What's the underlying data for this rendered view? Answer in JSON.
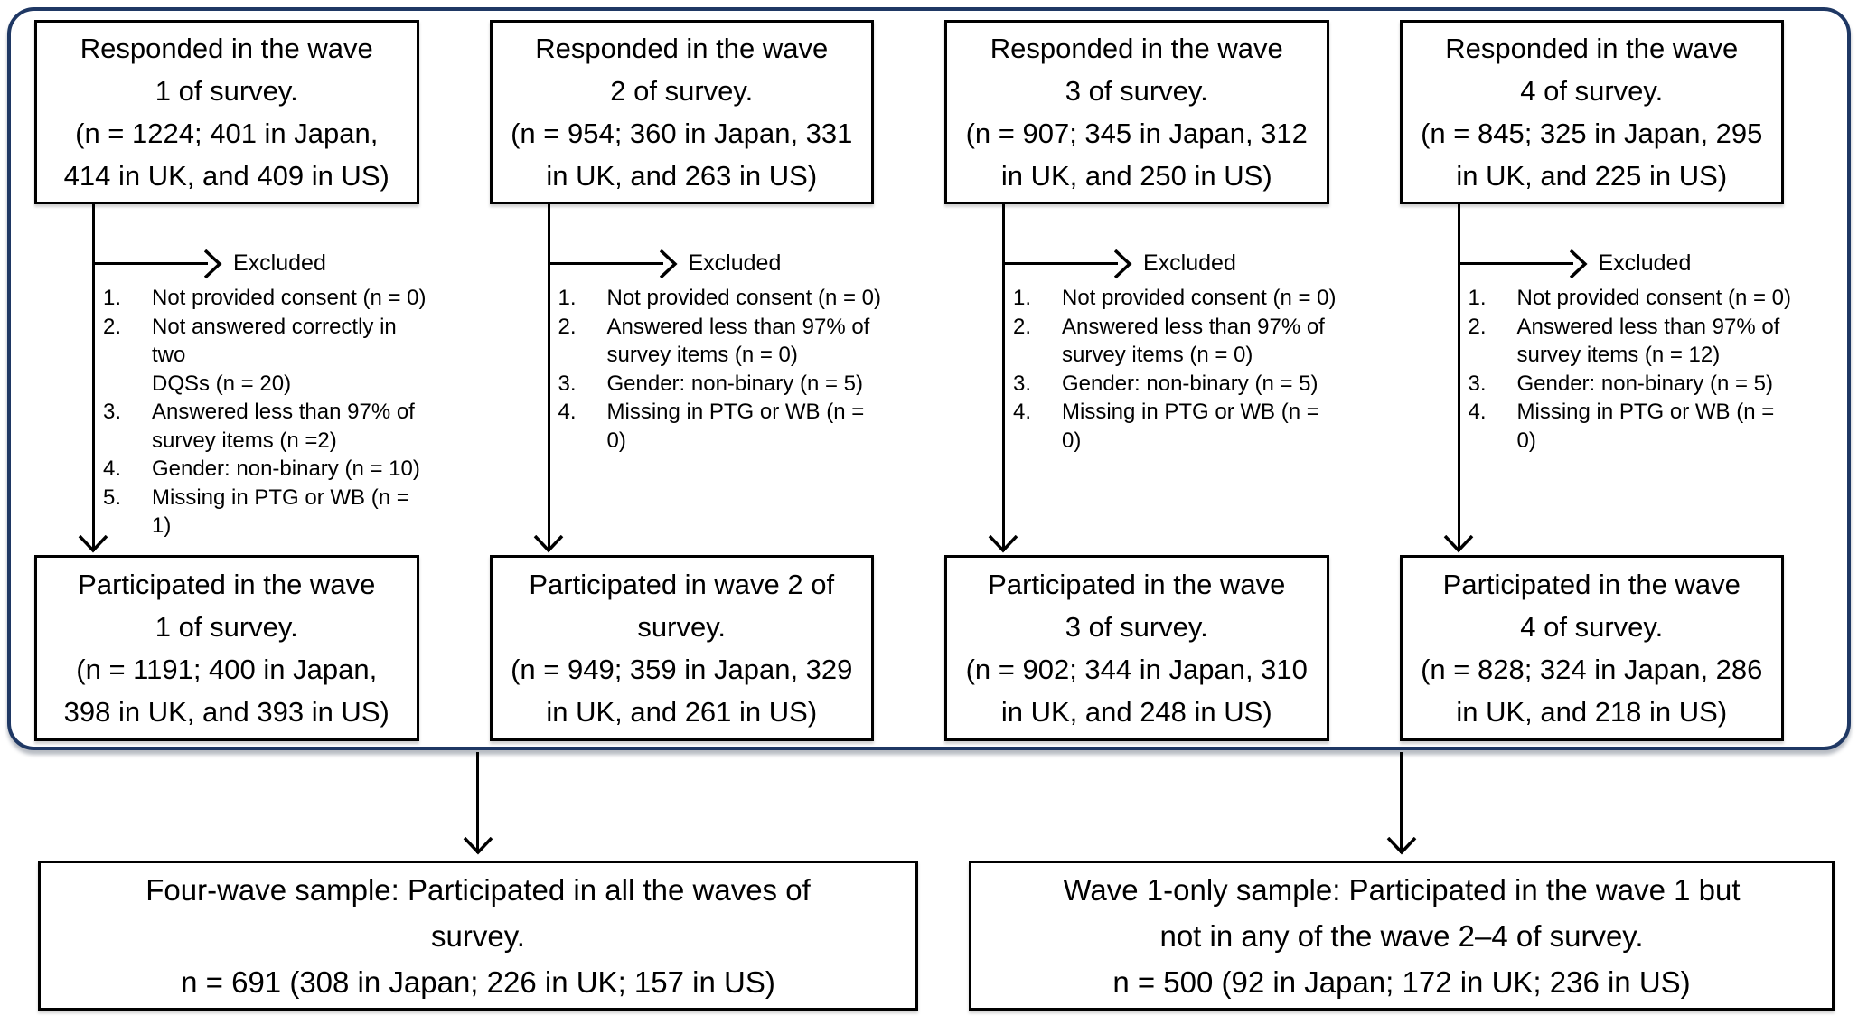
{
  "palette": {
    "panel_border": "#1f3864",
    "box_border": "#000000",
    "background": "#ffffff",
    "text": "#000000"
  },
  "columns": [
    {
      "responded": [
        "Responded in the wave",
        "1 of survey.",
        "(n = 1224; 401 in Japan,",
        "414 in UK, and 409 in US)"
      ],
      "excluded_label": "Excluded",
      "excluded_items": [
        {
          "n": "1.",
          "t": "Not provided consent (n = 0)"
        },
        {
          "n": "2.",
          "t": [
            "Not answered correctly in two",
            "DQSs (n = 20)"
          ]
        },
        {
          "n": "3.",
          "t": [
            "Answered less than 97% of",
            "survey items (n =2)"
          ]
        },
        {
          "n": "4.",
          "t": "Gender: non-binary (n = 10)"
        },
        {
          "n": "5.",
          "t": "Missing in PTG or WB (n = 1)"
        }
      ],
      "participated": [
        "Participated in the wave",
        "1 of survey.",
        "(n = 1191; 400 in Japan,",
        "398 in UK, and 393 in US)"
      ]
    },
    {
      "responded": [
        "Responded in the wave",
        "2 of survey.",
        "(n = 954; 360 in Japan, 331",
        "in UK, and 263 in US)"
      ],
      "excluded_label": "Excluded",
      "excluded_items": [
        {
          "n": "1.",
          "t": "Not provided consent (n = 0)"
        },
        {
          "n": "2.",
          "t": [
            "Answered less than 97% of",
            "survey items (n = 0)"
          ]
        },
        {
          "n": "3.",
          "t": "Gender: non-binary (n = 5)"
        },
        {
          "n": "4.",
          "t": "Missing in PTG or WB (n = 0)"
        }
      ],
      "participated": [
        "Participated in wave 2 of",
        "survey.",
        "(n = 949; 359 in Japan, 329",
        "in UK, and 261 in US)"
      ]
    },
    {
      "responded": [
        "Responded in the wave",
        "3 of survey.",
        "(n = 907; 345 in Japan, 312",
        "in UK, and 250 in US)"
      ],
      "excluded_label": "Excluded",
      "excluded_items": [
        {
          "n": "1.",
          "t": "Not provided consent (n = 0)"
        },
        {
          "n": "2.",
          "t": [
            "Answered less than 97% of",
            "survey items (n = 0)"
          ]
        },
        {
          "n": "3.",
          "t": "Gender: non-binary (n = 5)"
        },
        {
          "n": "4.",
          "t": "Missing in PTG or WB (n = 0)"
        }
      ],
      "participated": [
        "Participated in the wave",
        "3 of survey.",
        "(n = 902; 344 in Japan, 310",
        "in UK, and 248 in US)"
      ]
    },
    {
      "responded": [
        "Responded in the wave",
        "4 of survey.",
        "(n = 845; 325 in Japan, 295",
        "in UK, and 225 in US)"
      ],
      "excluded_label": "Excluded",
      "excluded_items": [
        {
          "n": "1.",
          "t": "Not provided consent (n = 0)"
        },
        {
          "n": "2.",
          "t": [
            "Answered less than 97% of",
            "survey items (n = 12)"
          ]
        },
        {
          "n": "3.",
          "t": "Gender: non-binary (n = 5)"
        },
        {
          "n": "4.",
          "t": "Missing in PTG or WB (n = 0)"
        }
      ],
      "participated": [
        "Participated in the wave",
        "4 of survey.",
        "(n = 828; 324 in Japan, 286",
        "in UK, and 218 in US)"
      ]
    }
  ],
  "summary": {
    "four_wave": [
      "Four-wave sample: Participated in all the waves of",
      "survey.",
      "n = 691 (308 in Japan; 226 in UK; 157 in US)"
    ],
    "wave1_only": [
      "Wave 1-only sample: Participated in the wave 1 but",
      "not in any of the wave 2–4 of survey.",
      "n = 500 (92 in Japan; 172 in UK; 236 in US)"
    ]
  }
}
